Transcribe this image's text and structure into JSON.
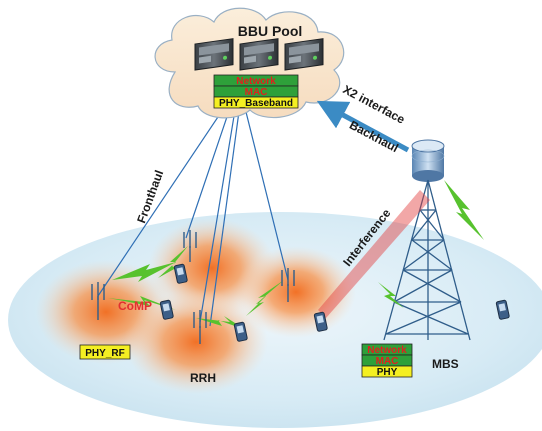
{
  "bbu_pool": {
    "title": "BBU Pool",
    "stack": [
      {
        "label": "Network",
        "bg": "#2ea03a",
        "fg": "#e0201e"
      },
      {
        "label": "MAC",
        "bg": "#2ea03a",
        "fg": "#e0201e"
      },
      {
        "label": "PHY_Baseband",
        "bg": "#f4ef22",
        "fg": "#111111"
      }
    ]
  },
  "links": {
    "x2_interface": "X2 interface",
    "backhaul": "Backhaul",
    "fronthaul": "Fronthaul",
    "interference": "Interference",
    "comp": "CoMP"
  },
  "rrh": {
    "label": "RRH",
    "phy_rf": "PHY_RF"
  },
  "mbs": {
    "label": "MBS",
    "stack": [
      {
        "label": "Network",
        "bg": "#2ea03a",
        "fg": "#e0201e"
      },
      {
        "label": "MAC",
        "bg": "#2ea03a",
        "fg": "#e0201e"
      },
      {
        "label": "PHY",
        "bg": "#f4ef22",
        "fg": "#111111"
      }
    ]
  },
  "colors": {
    "fronthaul_line": "#2f6fb5",
    "wireless_link": "#57c22e",
    "interference": "#e23b3b",
    "x2_arrow": "#3b8bc4",
    "comp_text": "#e23030",
    "coverage_disc": "#cfe6f2",
    "small_cell": "#f59a4a"
  }
}
